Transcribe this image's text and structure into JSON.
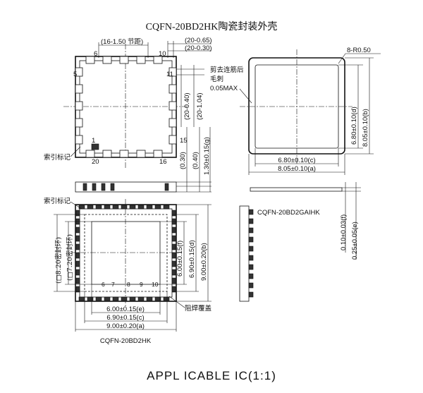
{
  "title": "CQFN-20BD2HK陶瓷封装外壳",
  "top_view": {
    "pitch": "(16-1.50 节距)",
    "pad_width_a": "(20-0.65)",
    "pad_width_b": "(20-0.30)",
    "pin_labels": [
      "6",
      "10",
      "5",
      "11",
      "1",
      "15",
      "20",
      "16"
    ],
    "pad_len_a": "(20-0.40)",
    "pad_len_b": "(20-1.04)",
    "index_mark": "索引标记",
    "v_dims": [
      "(0.30)",
      "(0.40)",
      "1.30±0.15(g)"
    ]
  },
  "right_view": {
    "corner_radius": "8-R0.50",
    "trim_note": [
      "剪去连筋后",
      "毛刺",
      "0.05MAX"
    ],
    "v_dims": [
      "6.80±0.10(d)",
      "8.05±0.10(b)"
    ],
    "h_dims": [
      "6.80±0.10(c)",
      "8.05±0.10(a)"
    ]
  },
  "side_view": {
    "label": "CQFN-20BD2GAIHK",
    "dims": [
      "0.10±0.03(f)",
      "0.25±0.05(e)"
    ]
  },
  "bottom_view": {
    "index_mark": "索引标记",
    "left_dims": [
      "(□8.20密封环)",
      "(□7.20密封环)"
    ],
    "v_dims": [
      "6.00±0.15(f)",
      "6.90±0.15(d)",
      "9.00±0.20(b)"
    ],
    "h_dims": [
      "6.00±0.15(e)",
      "6.90±0.15(c)",
      "9.00±0.20(a)"
    ],
    "pin_labels": [
      "6",
      "7",
      "8",
      "9",
      "10"
    ],
    "solder_mask": "阻焊覆盖",
    "label": "CQFN-20BD2HK"
  },
  "footer": "APPL ICABLE IC(1:1)"
}
